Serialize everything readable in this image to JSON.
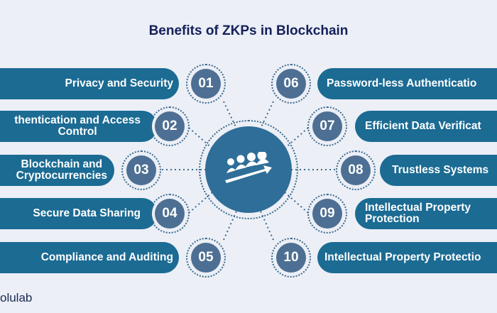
{
  "title": "Benefits of ZKPs in Blockchain",
  "left_items": [
    {
      "num": "01",
      "label": "Privacy and Security"
    },
    {
      "num": "02",
      "label": "thentication and Access\nControl"
    },
    {
      "num": "03",
      "label": "Blockchain and\nCryptocurrencies"
    },
    {
      "num": "04",
      "label": "Secure Data Sharing"
    },
    {
      "num": "05",
      "label": "Compliance and Auditing"
    }
  ],
  "right_items": [
    {
      "num": "06",
      "label": "Password-less Authenticatio"
    },
    {
      "num": "07",
      "label": "Efficient Data Verificat"
    },
    {
      "num": "08",
      "label": "Trustless Systems"
    },
    {
      "num": "09",
      "label": "Intellectual Property\nProtection"
    },
    {
      "num": "10",
      "label": "Intellectual Property Protectio"
    }
  ],
  "hub_icon": "team-growth-icon",
  "logo": "olulab",
  "colors": {
    "background": "#eceff6",
    "pill": "#1b6b93",
    "number_circle": "#4d6f93",
    "hub": "#2f6e98",
    "title": "#14205a"
  }
}
